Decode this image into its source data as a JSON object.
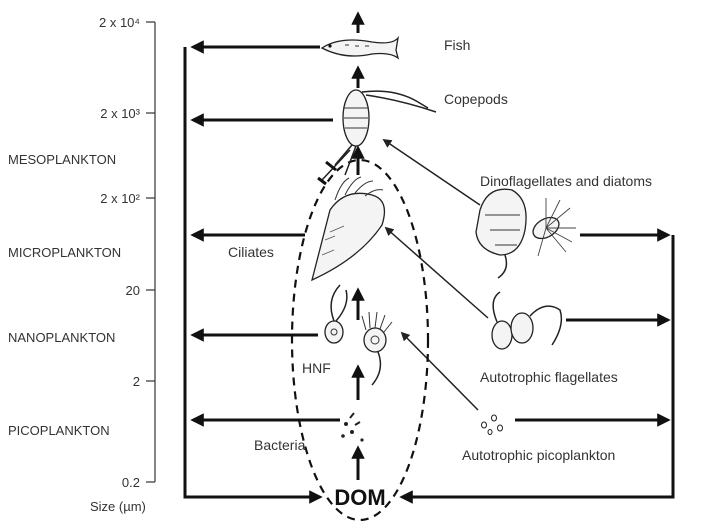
{
  "size_axis": {
    "title": "Size (µm)",
    "ticks": [
      "2 x 10⁴",
      "2 x 10³",
      "2 x 10²",
      "20",
      "2",
      "0.2"
    ],
    "classes": [
      "MESOPLANKTON",
      "MICROPLANKTON",
      "NANOPLANKTON",
      "PICOPLANKTON"
    ]
  },
  "organisms": {
    "fish": "Fish",
    "copepods": "Copepods",
    "dinoflagellates": "Dinoflagellates  and diatoms",
    "ciliates": "Ciliates",
    "hnf": "HNF",
    "autotrophic_flagellates": "Autotrophic  flagellates",
    "bacteria": "Bacteria",
    "autotrophic_picoplankton": "Autotrophic  picoplankton"
  },
  "center_label": "DOM",
  "colors": {
    "ink": "#111111",
    "text": "#333333"
  }
}
